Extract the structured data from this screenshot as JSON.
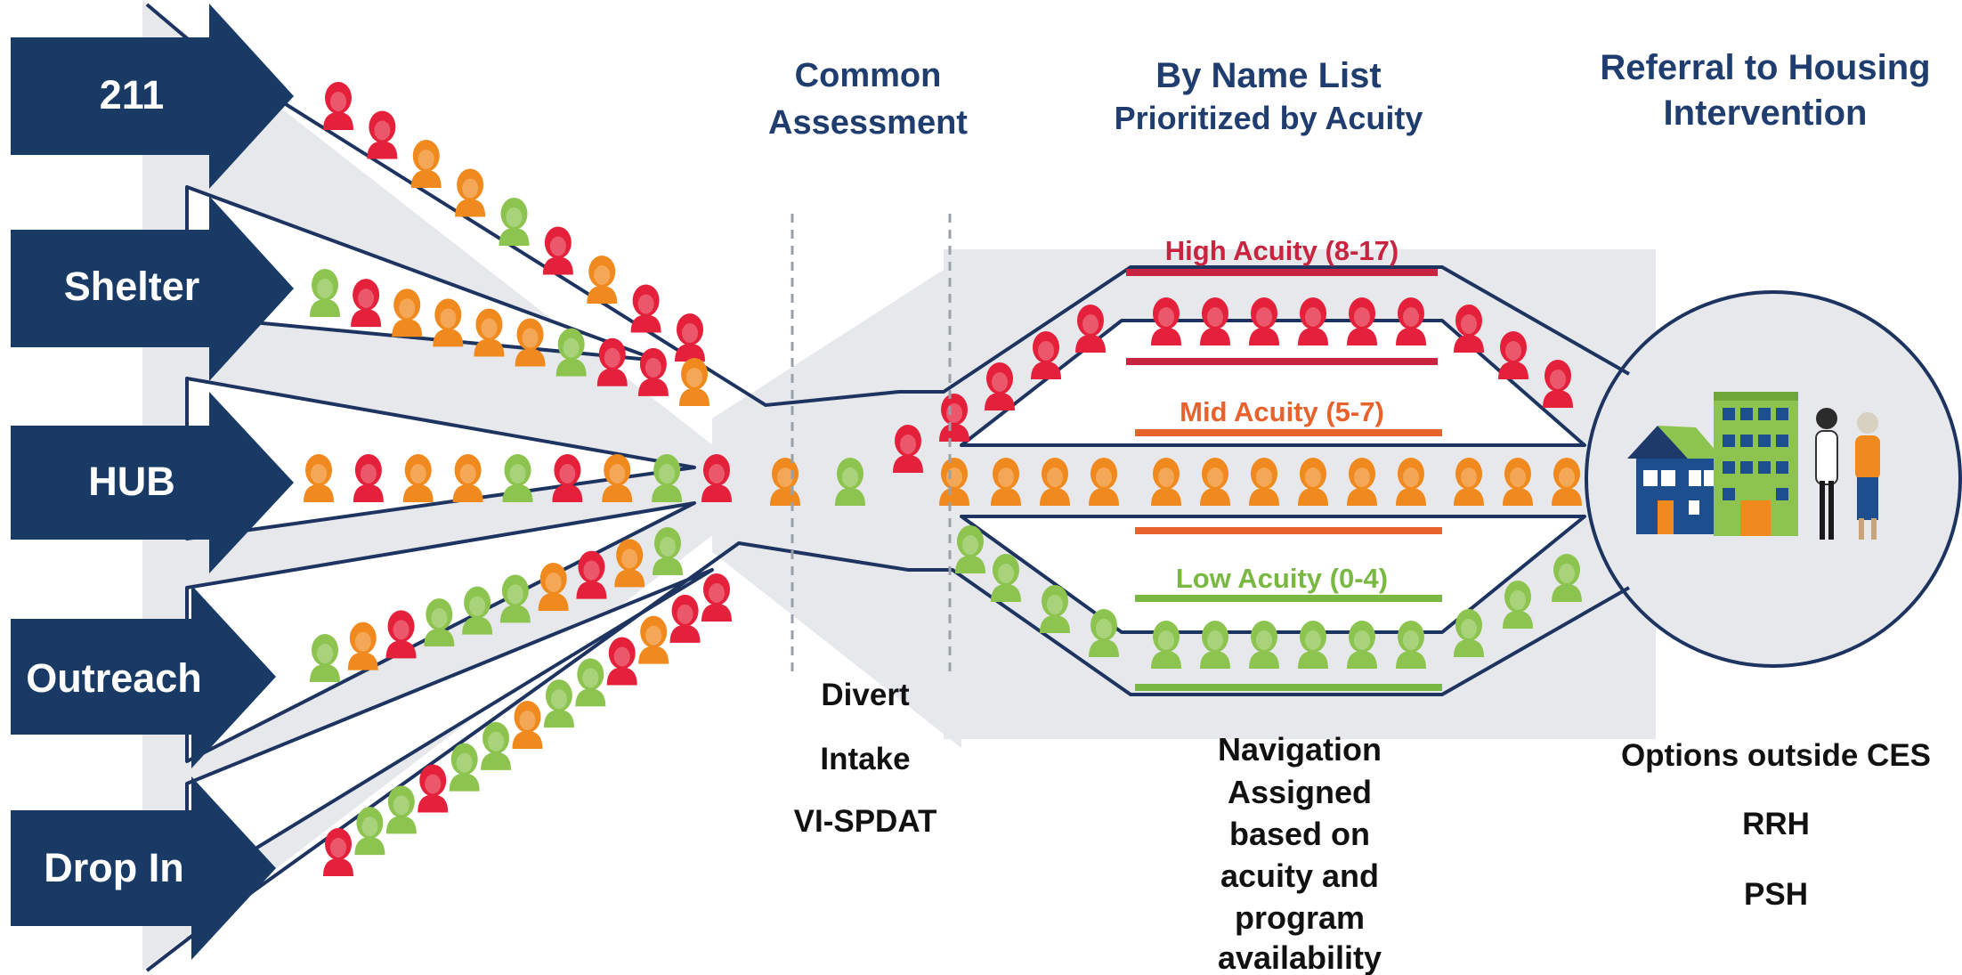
{
  "sources": [
    "211",
    "Shelter",
    "HUB",
    "Outreach",
    "Drop In"
  ],
  "headers": {
    "assessment": [
      "Common",
      "Assessment"
    ],
    "by_name": [
      "By Name List",
      "Prioritized by Acuity"
    ],
    "referral": [
      "Referral to Housing",
      "Intervention"
    ]
  },
  "acuity": {
    "high": "High Acuity (8-17)",
    "mid": "Mid Acuity (5-7)",
    "low": "Low Acuity (0-4)"
  },
  "assessment_steps": [
    "Divert",
    "Intake",
    "VI-SPDAT"
  ],
  "navigation_text": [
    "Navigation",
    "Assigned",
    "based on",
    "acuity and",
    "program",
    "availability"
  ],
  "housing_options": [
    "Options outside CES",
    "RRH",
    "PSH"
  ],
  "colors": {
    "navy": "#1c3a66",
    "arrow": "#1a3a66",
    "funnel": "#e6e8ec",
    "outline": "#1e3460",
    "red": "#e4203b",
    "orange": "#f08a1e",
    "green": "#8dc44f",
    "high_bar": "#c9243f",
    "mid_bar": "#e8632b",
    "low_bar": "#79b843",
    "header_text": "#1f3d6e"
  },
  "icons": [
    "person-icon",
    "house-icon",
    "apartment-building-icon",
    "people-icon"
  ]
}
